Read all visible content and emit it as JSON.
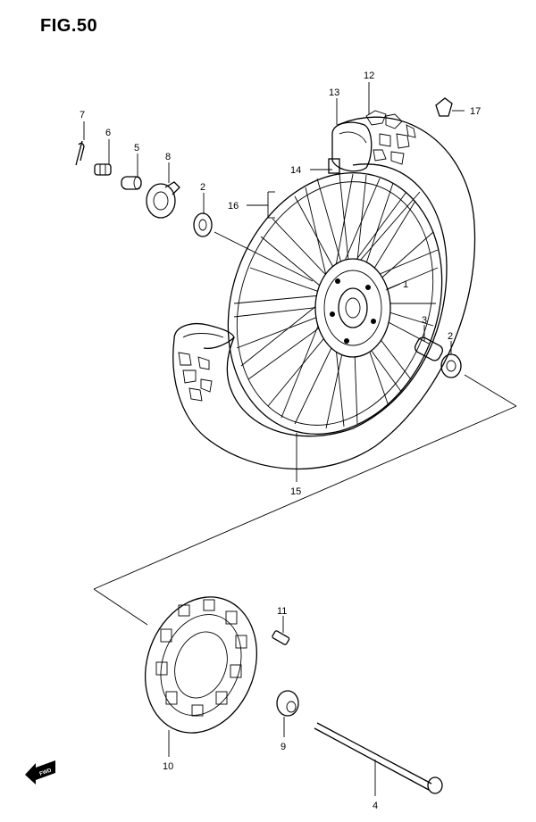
{
  "figure": {
    "title": "FIG.50"
  },
  "fwd": {
    "label": "FWD"
  },
  "parts": [
    {
      "no": "1"
    },
    {
      "no": "2"
    },
    {
      "no": "2"
    },
    {
      "no": "3"
    },
    {
      "no": "4"
    },
    {
      "no": "5"
    },
    {
      "no": "6"
    },
    {
      "no": "7"
    },
    {
      "no": "8"
    },
    {
      "no": "9"
    },
    {
      "no": "10"
    },
    {
      "no": "11"
    },
    {
      "no": "12"
    },
    {
      "no": "13"
    },
    {
      "no": "14"
    },
    {
      "no": "15"
    },
    {
      "no": "16"
    },
    {
      "no": "17"
    }
  ]
}
